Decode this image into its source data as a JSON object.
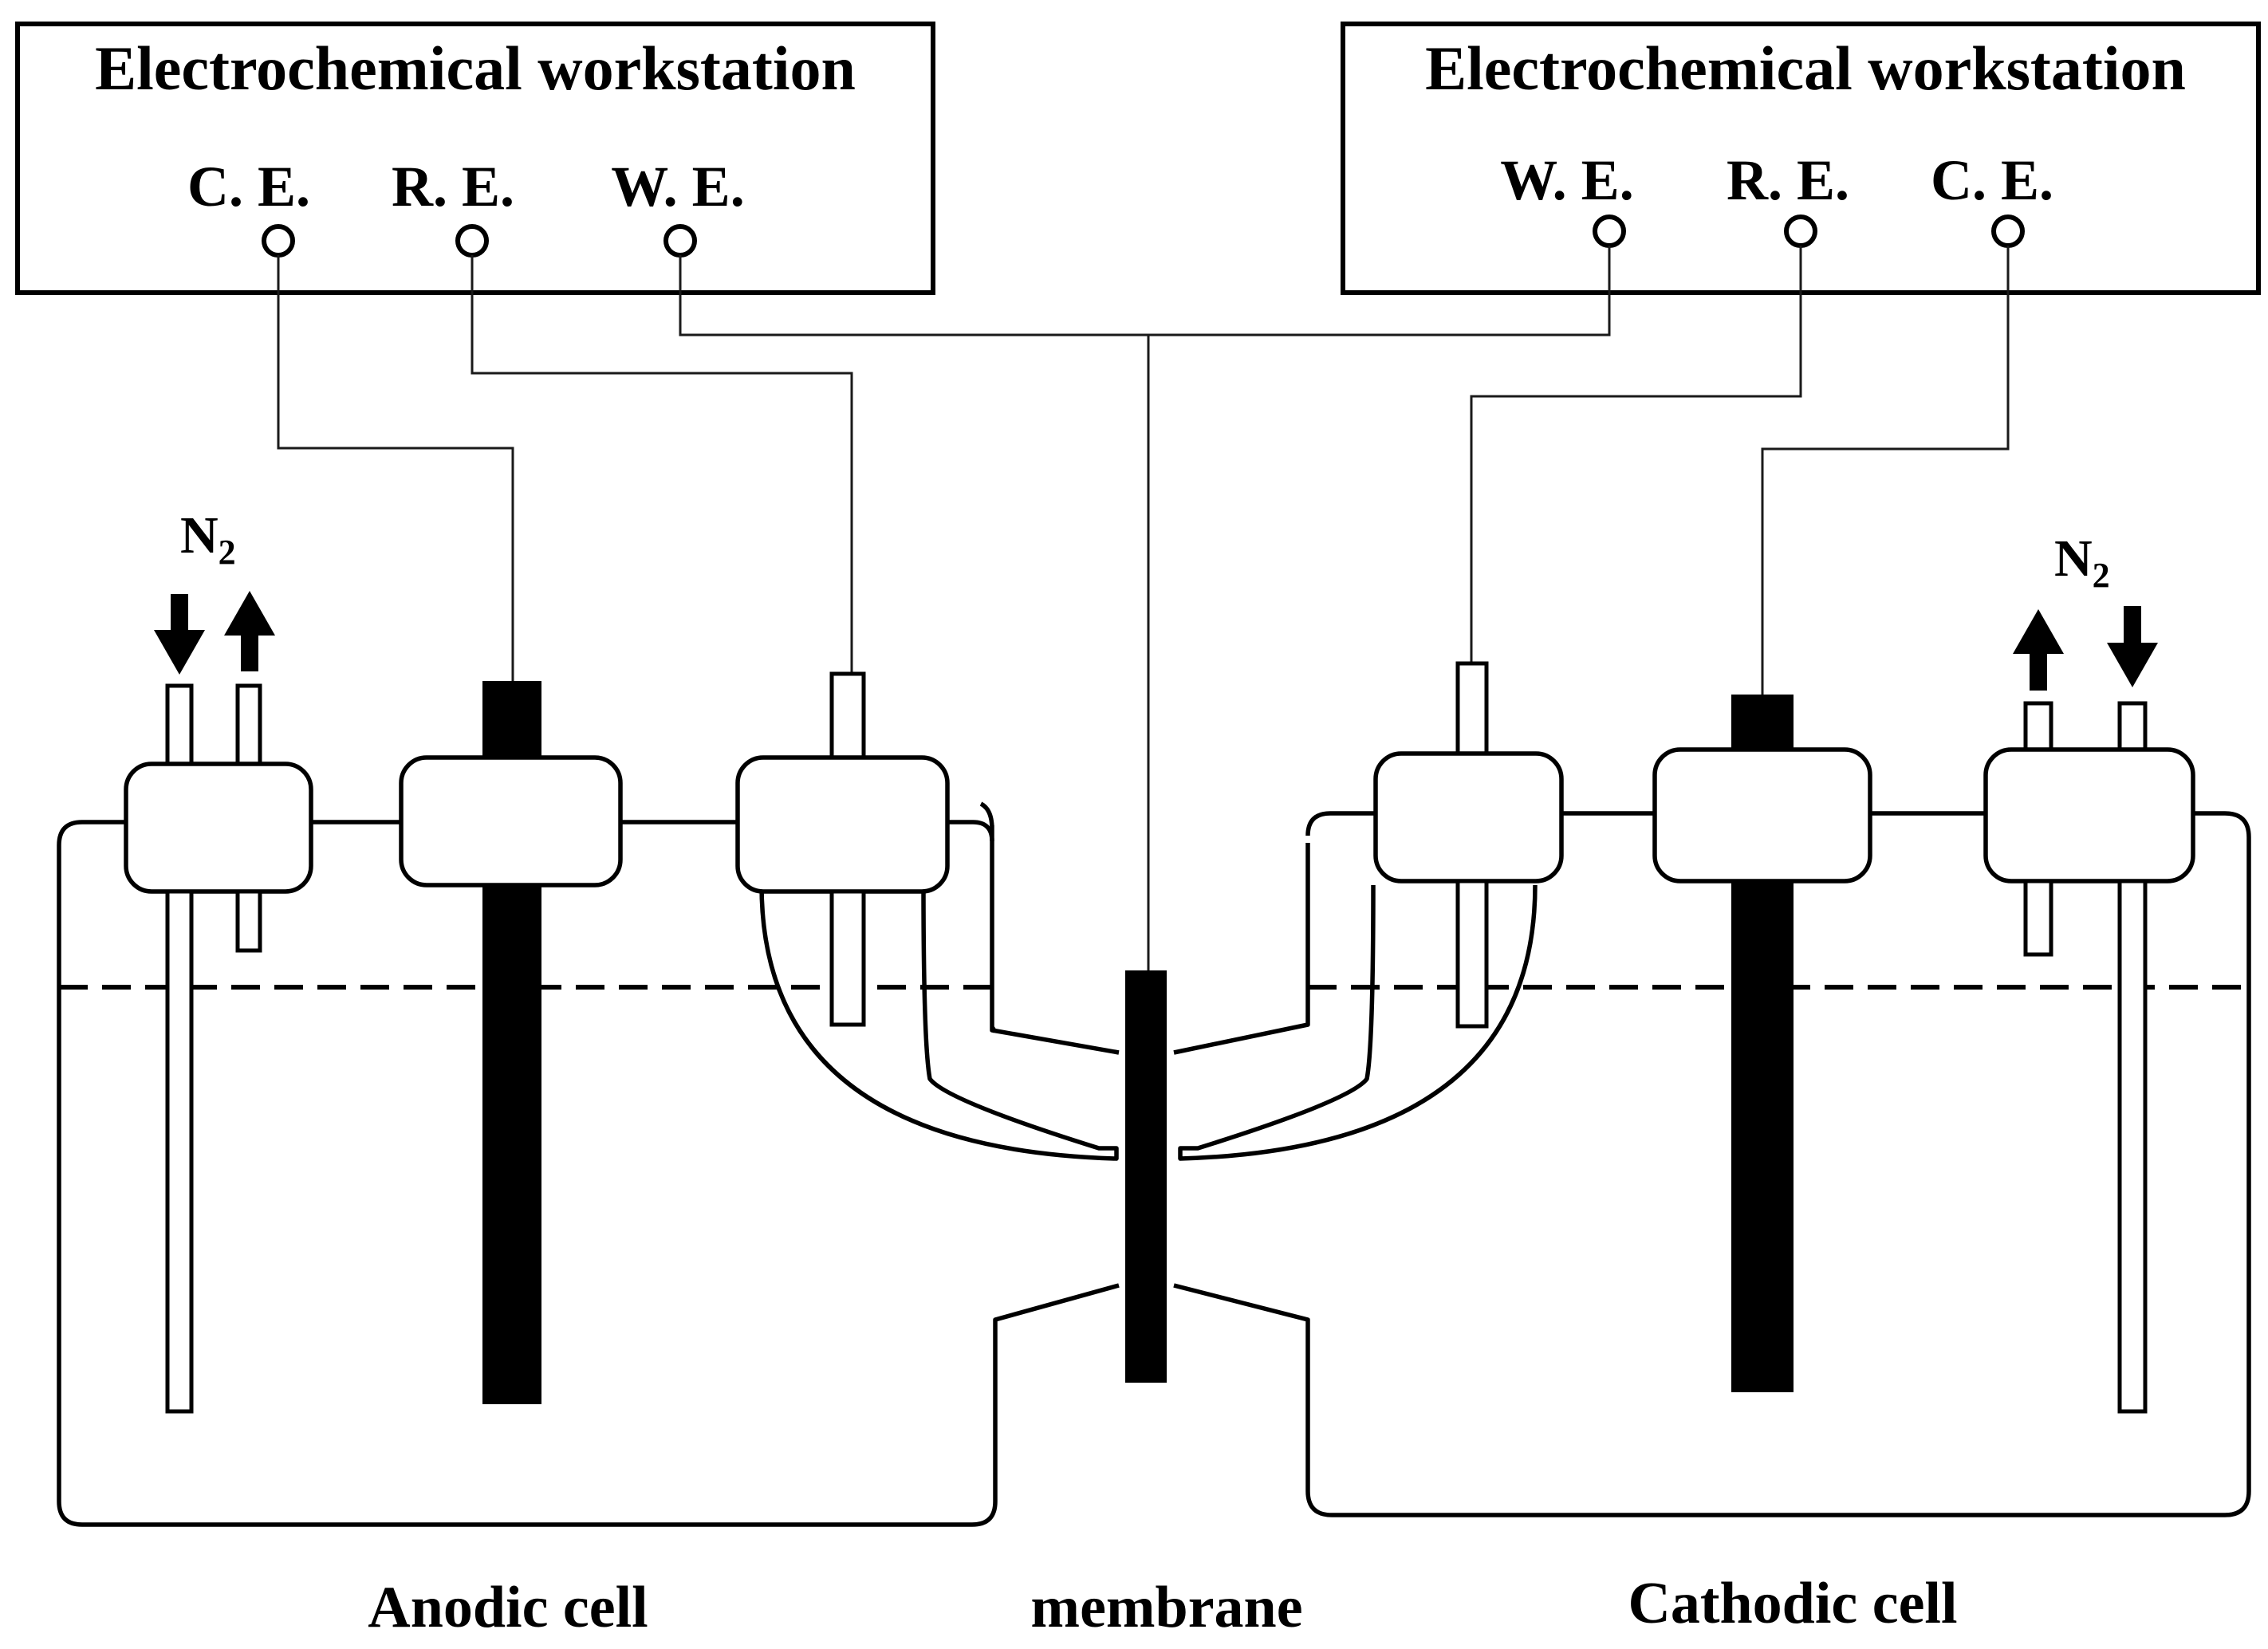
{
  "workstation_left": {
    "title": "Electrochemical workstation",
    "terminals": [
      "C. E.",
      "R. E.",
      "W. E."
    ]
  },
  "workstation_right": {
    "title": "Electrochemical workstation",
    "terminals": [
      "W. E.",
      "R. E.",
      "C. E."
    ]
  },
  "gas_left": {
    "symbol": "N",
    "subscript": "2"
  },
  "gas_right": {
    "symbol": "N",
    "subscript": "2"
  },
  "labels": {
    "anodic": "Anodic cell",
    "membrane": "membrane",
    "cathodic": "Cathodic cell"
  }
}
